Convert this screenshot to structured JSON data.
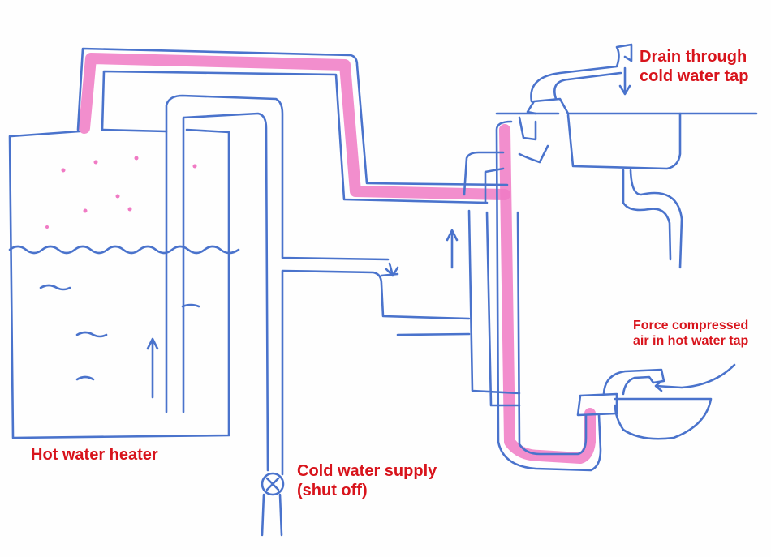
{
  "labels": {
    "heater": "Hot water heater",
    "cold_supply_line1": "Cold water supply",
    "cold_supply_line2": "(shut off)",
    "drain_line1": "Drain through",
    "drain_line2": "cold water tap",
    "air_line1": "Force compressed",
    "air_line2": "air in hot water tap"
  },
  "colors": {
    "pipe": "#4a73cc",
    "hot_path": "#f07ac4",
    "label": "#d8141c"
  }
}
